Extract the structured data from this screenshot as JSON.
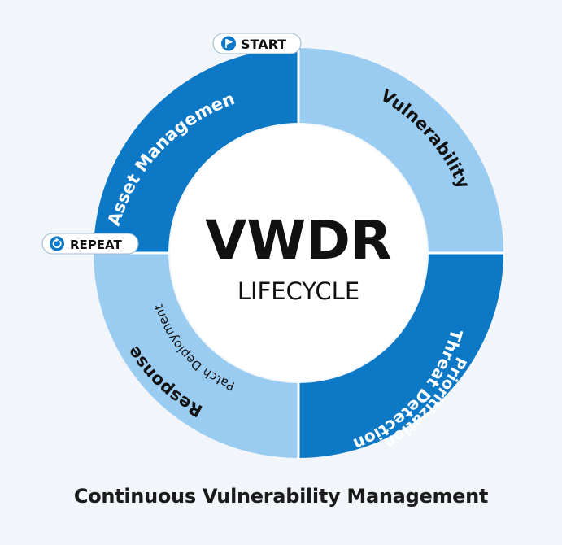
{
  "center": {
    "title": "VWDR",
    "subtitle": "LIFECYCLE"
  },
  "segments": [
    {
      "label": "Asset Management",
      "sublabel": "",
      "color": "#0d78c5"
    },
    {
      "label": "Vulnerability",
      "sublabel": "",
      "color": "#99ccf0"
    },
    {
      "label": "Threat Detection",
      "sublabel": "Prioritization",
      "color": "#0d78c5"
    },
    {
      "label": "Response",
      "sublabel": "Patch Deployment",
      "color": "#99ccf0"
    }
  ],
  "badges": {
    "start": {
      "label": "START",
      "icon": "flag-icon"
    },
    "repeat": {
      "label": "REPEAT",
      "icon": "repeat-icon"
    }
  },
  "caption": "Continuous Vulnerability Management",
  "colors": {
    "dark_blue": "#0d78c5",
    "light_blue": "#99ccf0",
    "text": "#1b1b1b",
    "background": "#f2f6fb",
    "divider": "#ffffff"
  }
}
